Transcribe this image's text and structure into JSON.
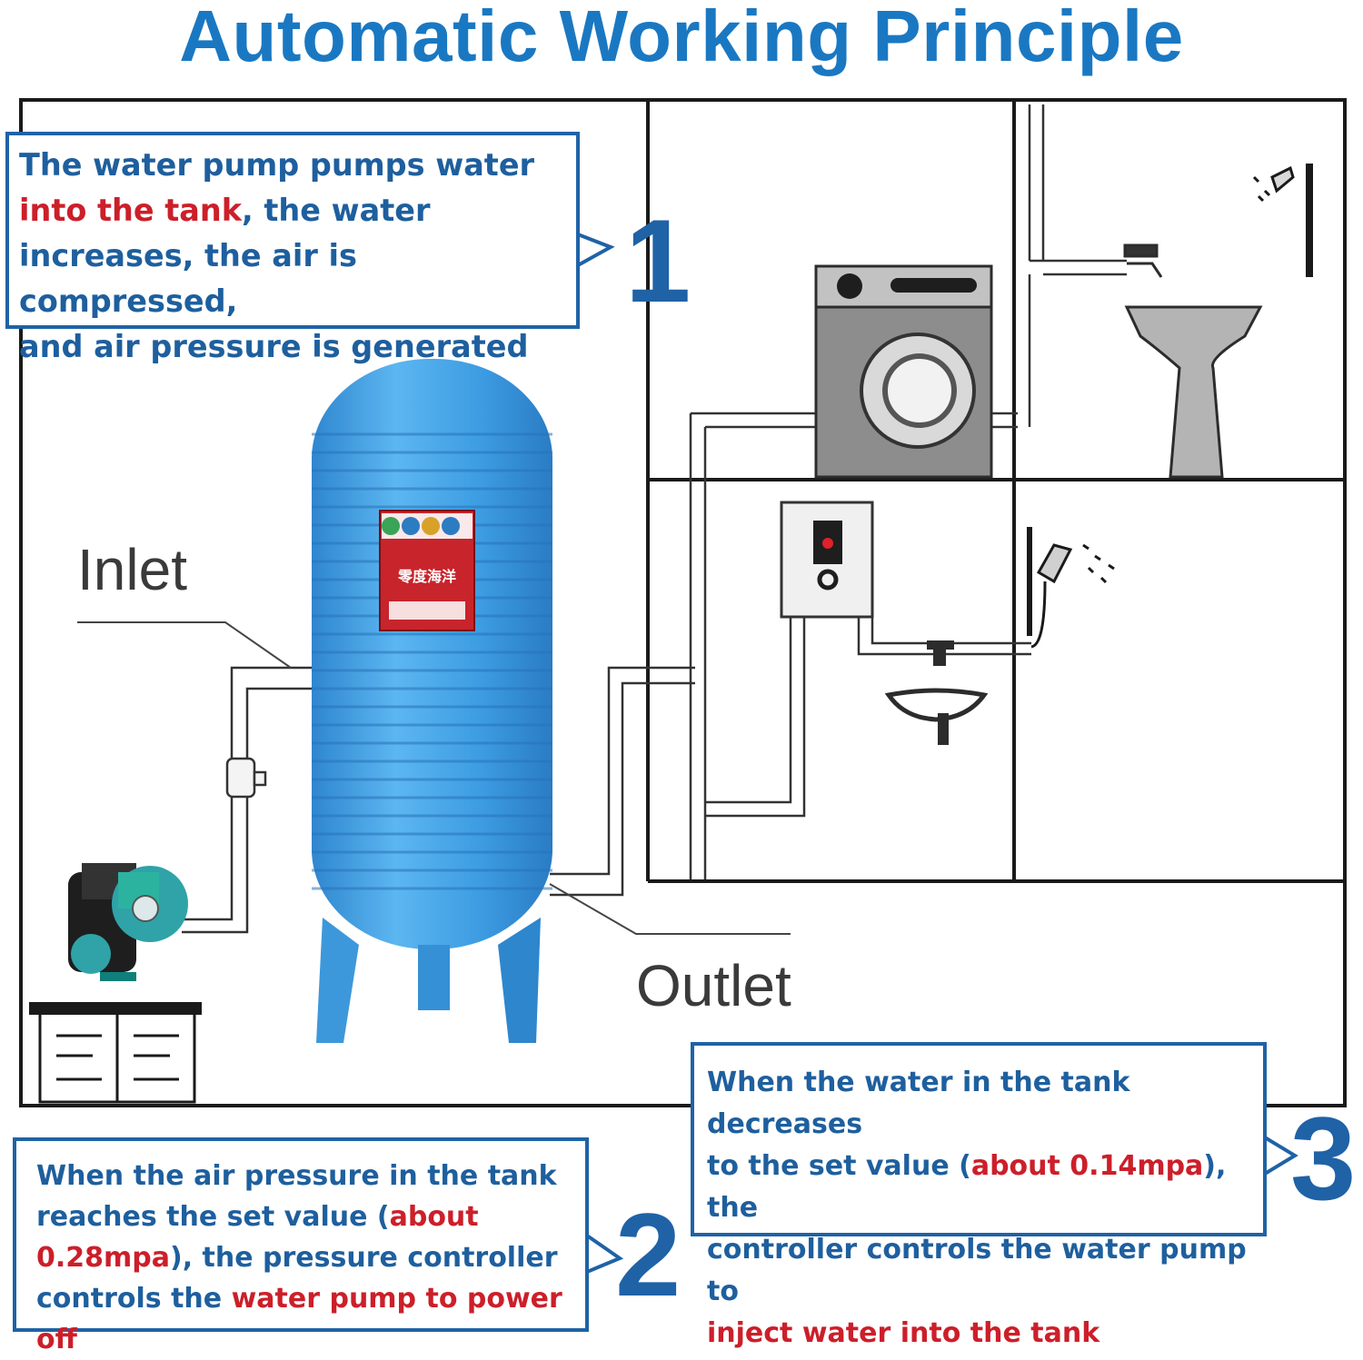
{
  "title": "Automatic Working Principle",
  "labels": {
    "inlet": "Inlet",
    "outlet": "Outlet"
  },
  "steps": [
    {
      "number": "1",
      "lines": [
        [
          {
            "t": "The water pump pumps water",
            "hl": false
          }
        ],
        [
          {
            "t": "into the tank",
            "hl": true
          },
          {
            "t": ", the water",
            "hl": false
          }
        ],
        [
          {
            "t": "increases, the air is compressed,",
            "hl": false
          }
        ],
        [
          {
            "t": "and air pressure is generated",
            "hl": false
          }
        ]
      ]
    },
    {
      "number": "2",
      "lines": [
        [
          {
            "t": "When the air pressure in the tank",
            "hl": false
          }
        ],
        [
          {
            "t": "reaches the set value (",
            "hl": false
          },
          {
            "t": "about",
            "hl": true
          }
        ],
        [
          {
            "t": "0.28mpa",
            "hl": true
          },
          {
            "t": "), the pressure controller",
            "hl": false
          }
        ],
        [
          {
            "t": "controls the ",
            "hl": false
          },
          {
            "t": "water pump to power off",
            "hl": true
          }
        ]
      ]
    },
    {
      "number": "3",
      "lines": [
        [
          {
            "t": "When the water in the tank decreases",
            "hl": false
          }
        ],
        [
          {
            "t": "to the set value (",
            "hl": false
          },
          {
            "t": "about 0.14mpa",
            "hl": true
          },
          {
            "t": "), the",
            "hl": false
          }
        ],
        [
          {
            "t": "controller controls the water pump to",
            "hl": false
          }
        ],
        [
          {
            "t": "inject water into the tank",
            "hl": true
          }
        ]
      ]
    }
  ],
  "tank_label": {
    "title": "零度海洋"
  },
  "colors": {
    "title": "#1a78c2",
    "callout_border": "#1f62a6",
    "highlight": "#cc1f2a",
    "tank": "#3f9ce0"
  }
}
